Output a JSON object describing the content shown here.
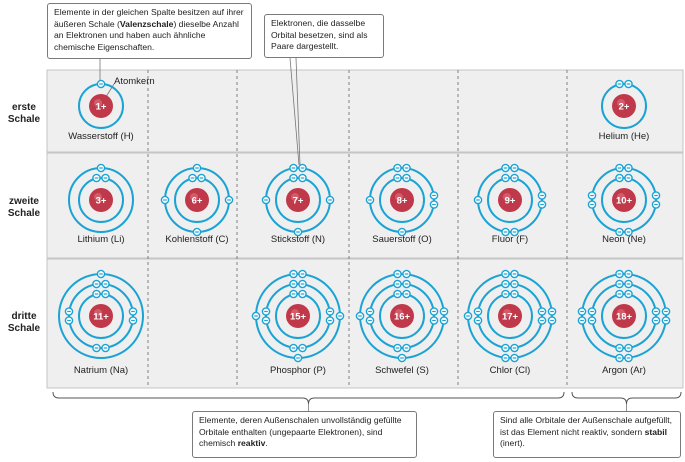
{
  "rows": [
    {
      "line1": "erste",
      "line2": "Schale"
    },
    {
      "line1": "zweite",
      "line2": "Schale"
    },
    {
      "line1": "dritte",
      "line2": "Schale"
    }
  ],
  "atomkern_label": "Atomkern",
  "callouts": {
    "valence": {
      "text_before": "Elemente in der gleichen Spalte besitzen auf ihrer äußeren Schale (",
      "bold": "Valenzschale",
      "text_after": ") dieselbe Anzahl an Elektronen und haben auch ähnliche chemische Eigenschaften."
    },
    "pairs": {
      "text": "Elektronen, die dasselbe Orbital besetzen, sind als Paare dargestellt."
    },
    "reactive": {
      "text_before": "Elemente, deren Außenschalen unvollständig gefüllte Orbitale enthalten (ungepaarte Elek­tronen), sind chemisch ",
      "bold": "reaktiv",
      "text_after": "."
    },
    "stable": {
      "text_before": "Sind alle Orbitale der Außenschale aufgefüllt, ist das Element nicht reaktiv, sondern ",
      "bold": "stabil",
      "text_after": " (inert)."
    }
  },
  "elements": [
    {
      "label": "Wasserstoff (H)",
      "charge": "1+",
      "row": 0,
      "col": 0,
      "shells": [
        1
      ]
    },
    {
      "label": "Helium (He)",
      "charge": "2+",
      "row": 0,
      "col": 5,
      "shells": [
        2
      ]
    },
    {
      "label": "Lithium (Li)",
      "charge": "3+",
      "row": 1,
      "col": 0,
      "shells": [
        2,
        1
      ]
    },
    {
      "label": "Kohlenstoff (C)",
      "charge": "6+",
      "row": 1,
      "col": 1,
      "shells": [
        2,
        4
      ]
    },
    {
      "label": "Stickstoff (N)",
      "charge": "7+",
      "row": 1,
      "col": 2,
      "shells": [
        2,
        5
      ]
    },
    {
      "label": "Sauerstoff (O)",
      "charge": "8+",
      "row": 1,
      "col": 3,
      "shells": [
        2,
        6
      ]
    },
    {
      "label": "Fluor (F)",
      "charge": "9+",
      "row": 1,
      "col": 4,
      "shells": [
        2,
        7
      ]
    },
    {
      "label": "Neon (Ne)",
      "charge": "10+",
      "row": 1,
      "col": 5,
      "shells": [
        2,
        8
      ]
    },
    {
      "label": "Natrium (Na)",
      "charge": "11+",
      "row": 2,
      "col": 0,
      "shells": [
        2,
        8,
        1
      ]
    },
    {
      "label": "Phosphor (P)",
      "charge": "15+",
      "row": 2,
      "col": 2,
      "shells": [
        2,
        8,
        5
      ]
    },
    {
      "label": "Schwefel (S)",
      "charge": "16+",
      "row": 2,
      "col": 3,
      "shells": [
        2,
        8,
        6
      ]
    },
    {
      "label": "Chlor (Cl)",
      "charge": "17+",
      "row": 2,
      "col": 4,
      "shells": [
        2,
        8,
        7
      ]
    },
    {
      "label": "Argon (Ar)",
      "charge": "18+",
      "row": 2,
      "col": 5,
      "shells": [
        2,
        8,
        8
      ]
    }
  ],
  "colors": {
    "shell": "#1aa3d4",
    "nucleus": "#c0394a",
    "row_band": "#efefef",
    "border": "#b8b8b8"
  }
}
